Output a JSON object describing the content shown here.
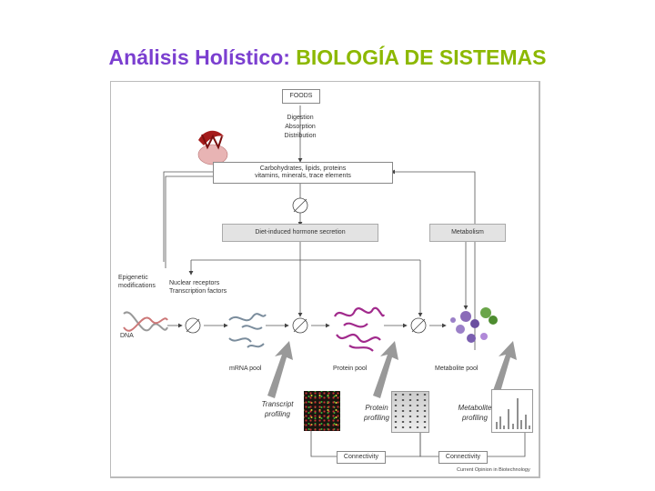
{
  "title": {
    "part1": "Análisis Holístico:",
    "part2": "BIOLOGÍA DE SISTEMAS",
    "part1_color": "#7b3fd0",
    "part2_color": "#8cb800"
  },
  "figure": {
    "foods": "FOODS",
    "digestion": "Digestion",
    "absorption": "Absorption",
    "distribution": "Distribution",
    "nutrients_line1": "Carbohydrates, lipids, proteins",
    "nutrients_line2": "vitamins, minerals, trace elements",
    "hormone": "Diet-induced hormone secretion",
    "metabolism": "Metabolism",
    "epigenetic_line1": "Epigenetic",
    "epigenetic_line2": "modifications",
    "nuclear_line1": "Nuclear receptors",
    "nuclear_line2": "Transcription factors",
    "dna": "DNA",
    "mrna_pool": "mRNA pool",
    "protein_pool": "Protein pool",
    "metabolite_pool": "Metabolite pool",
    "transcript_line1": "Transcript",
    "transcript_line2": "profiling",
    "protein_prof_line1": "Protein",
    "protein_prof_line2": "profiling",
    "metabolite_prof_line1": "Metabolite",
    "metabolite_prof_line2": "profiling",
    "connectivity_left": "Connectivity",
    "connectivity_right": "Connectivity",
    "credit": "Current Opinion in Biotechnology"
  },
  "icons": [
    "inhibition-symbol-icon",
    "dna-helix-icon",
    "mrna-strands-icon",
    "protein-structure-icon",
    "metabolite-cluster-icon",
    "microarray-image-icon",
    "2d-gel-image-icon",
    "mass-spectrum-icon",
    "protein-ribbon-icon"
  ]
}
